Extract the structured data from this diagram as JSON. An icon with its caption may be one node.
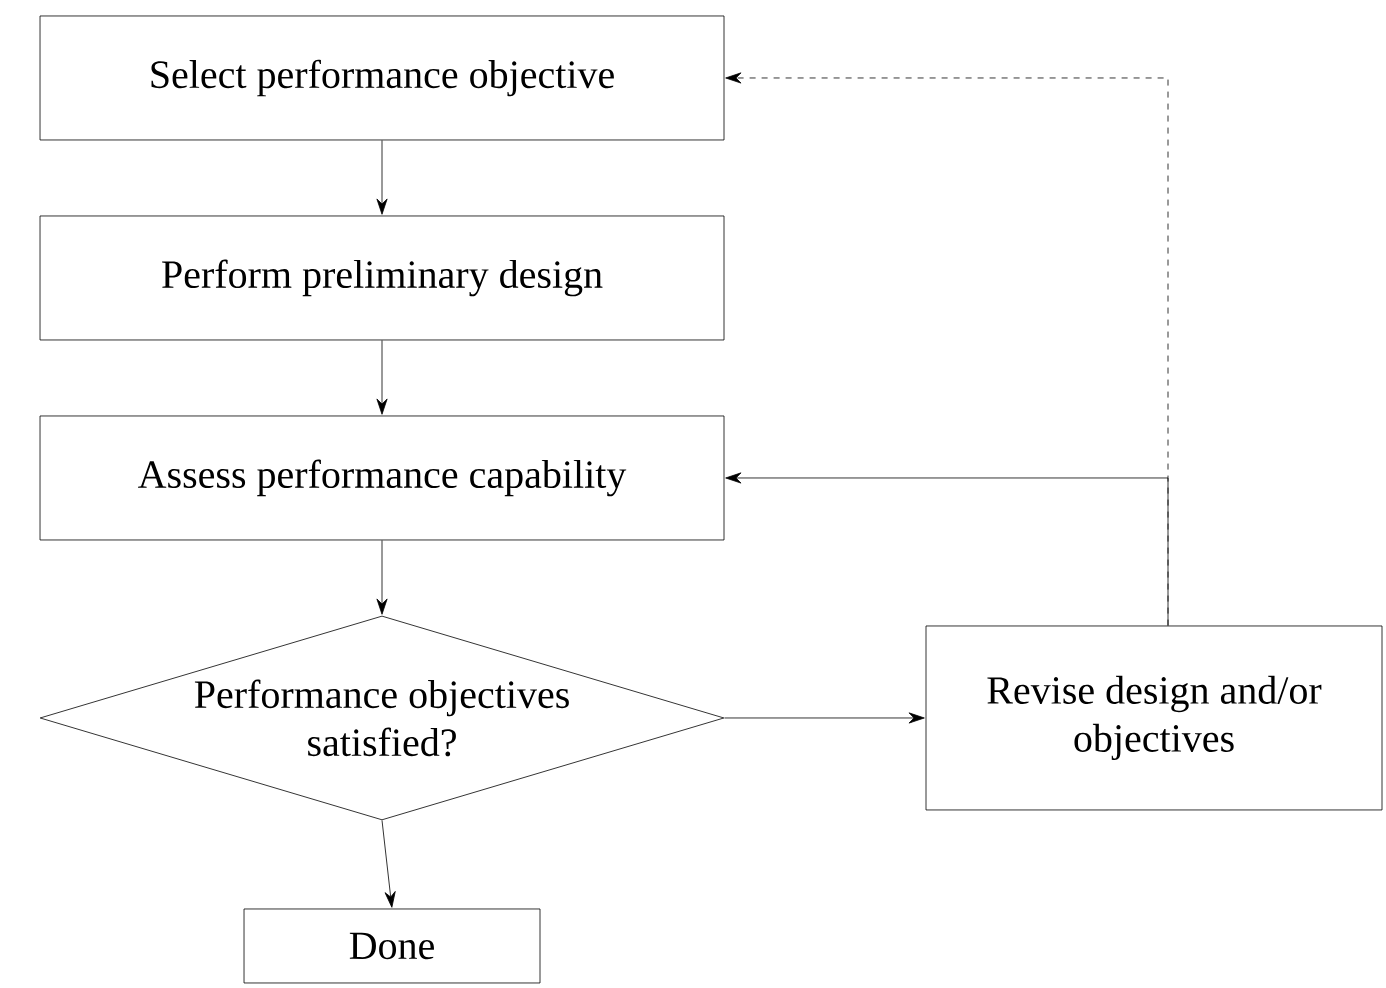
{
  "diagram": {
    "nodes": [
      {
        "text": [
          "Select performance objective"
        ]
      },
      {
        "text": [
          "Perform preliminary design"
        ]
      },
      {
        "text": [
          "Assess performance capability"
        ]
      },
      {
        "text": [
          "Performance objectives satisfied?"
        ]
      },
      {
        "text": [
          "Revise design and/or objectives"
        ]
      },
      {
        "text": [
          "Done"
        ]
      }
    ],
    "edges": [
      {
        "from": 0,
        "to": 1,
        "arrow": "to"
      },
      {
        "from": 1,
        "to": 2,
        "arrow": "to"
      },
      {
        "from": 2,
        "to": 3,
        "arrow": "to"
      },
      {
        "from": 3,
        "to": 4,
        "arrow": "to"
      },
      {
        "from": 3,
        "to": 5,
        "arrow": "to"
      },
      {
        "from": 4,
        "to": 2,
        "arrow": "to"
      },
      {
        "from": 4,
        "to": 0,
        "arrow": "to",
        "style": "dashed"
      }
    ]
  }
}
